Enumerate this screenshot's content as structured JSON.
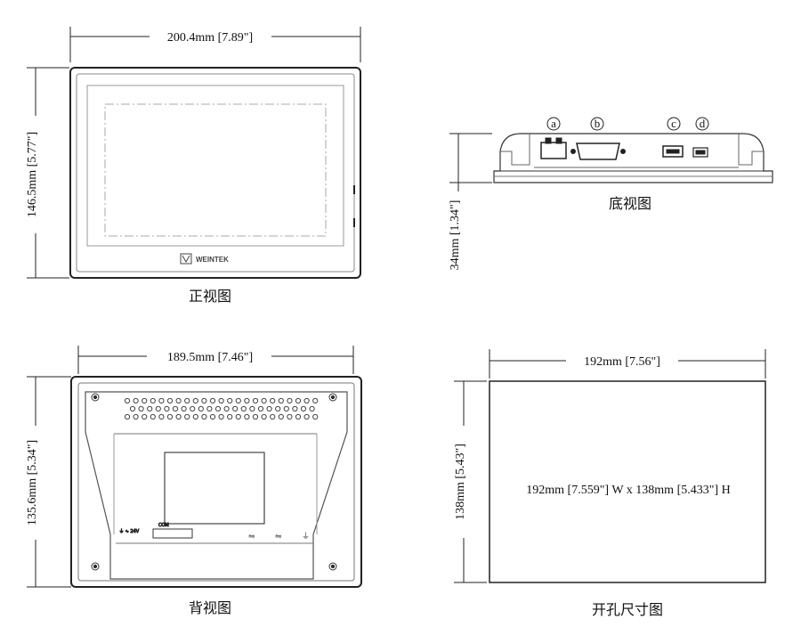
{
  "front": {
    "width": "200.4mm [7.89\"]",
    "height": "146.5mm [5.77\"]",
    "brand": "WEINTEK",
    "caption": "正视图"
  },
  "bottom": {
    "depth": "34mm [1.34\"]",
    "caption": "底视图",
    "ports": [
      "a",
      "b",
      "c",
      "d"
    ]
  },
  "back": {
    "width": "189.5mm [7.46\"]",
    "height": "135.6mm [5.34\"]",
    "caption": "背视图"
  },
  "cutout": {
    "width": "192mm [7.56\"]",
    "height": "138mm [5.43\"]",
    "size_text": "192mm [7.559\"] W x 138mm [5.433\"] H",
    "caption": "开孔尺寸图"
  }
}
